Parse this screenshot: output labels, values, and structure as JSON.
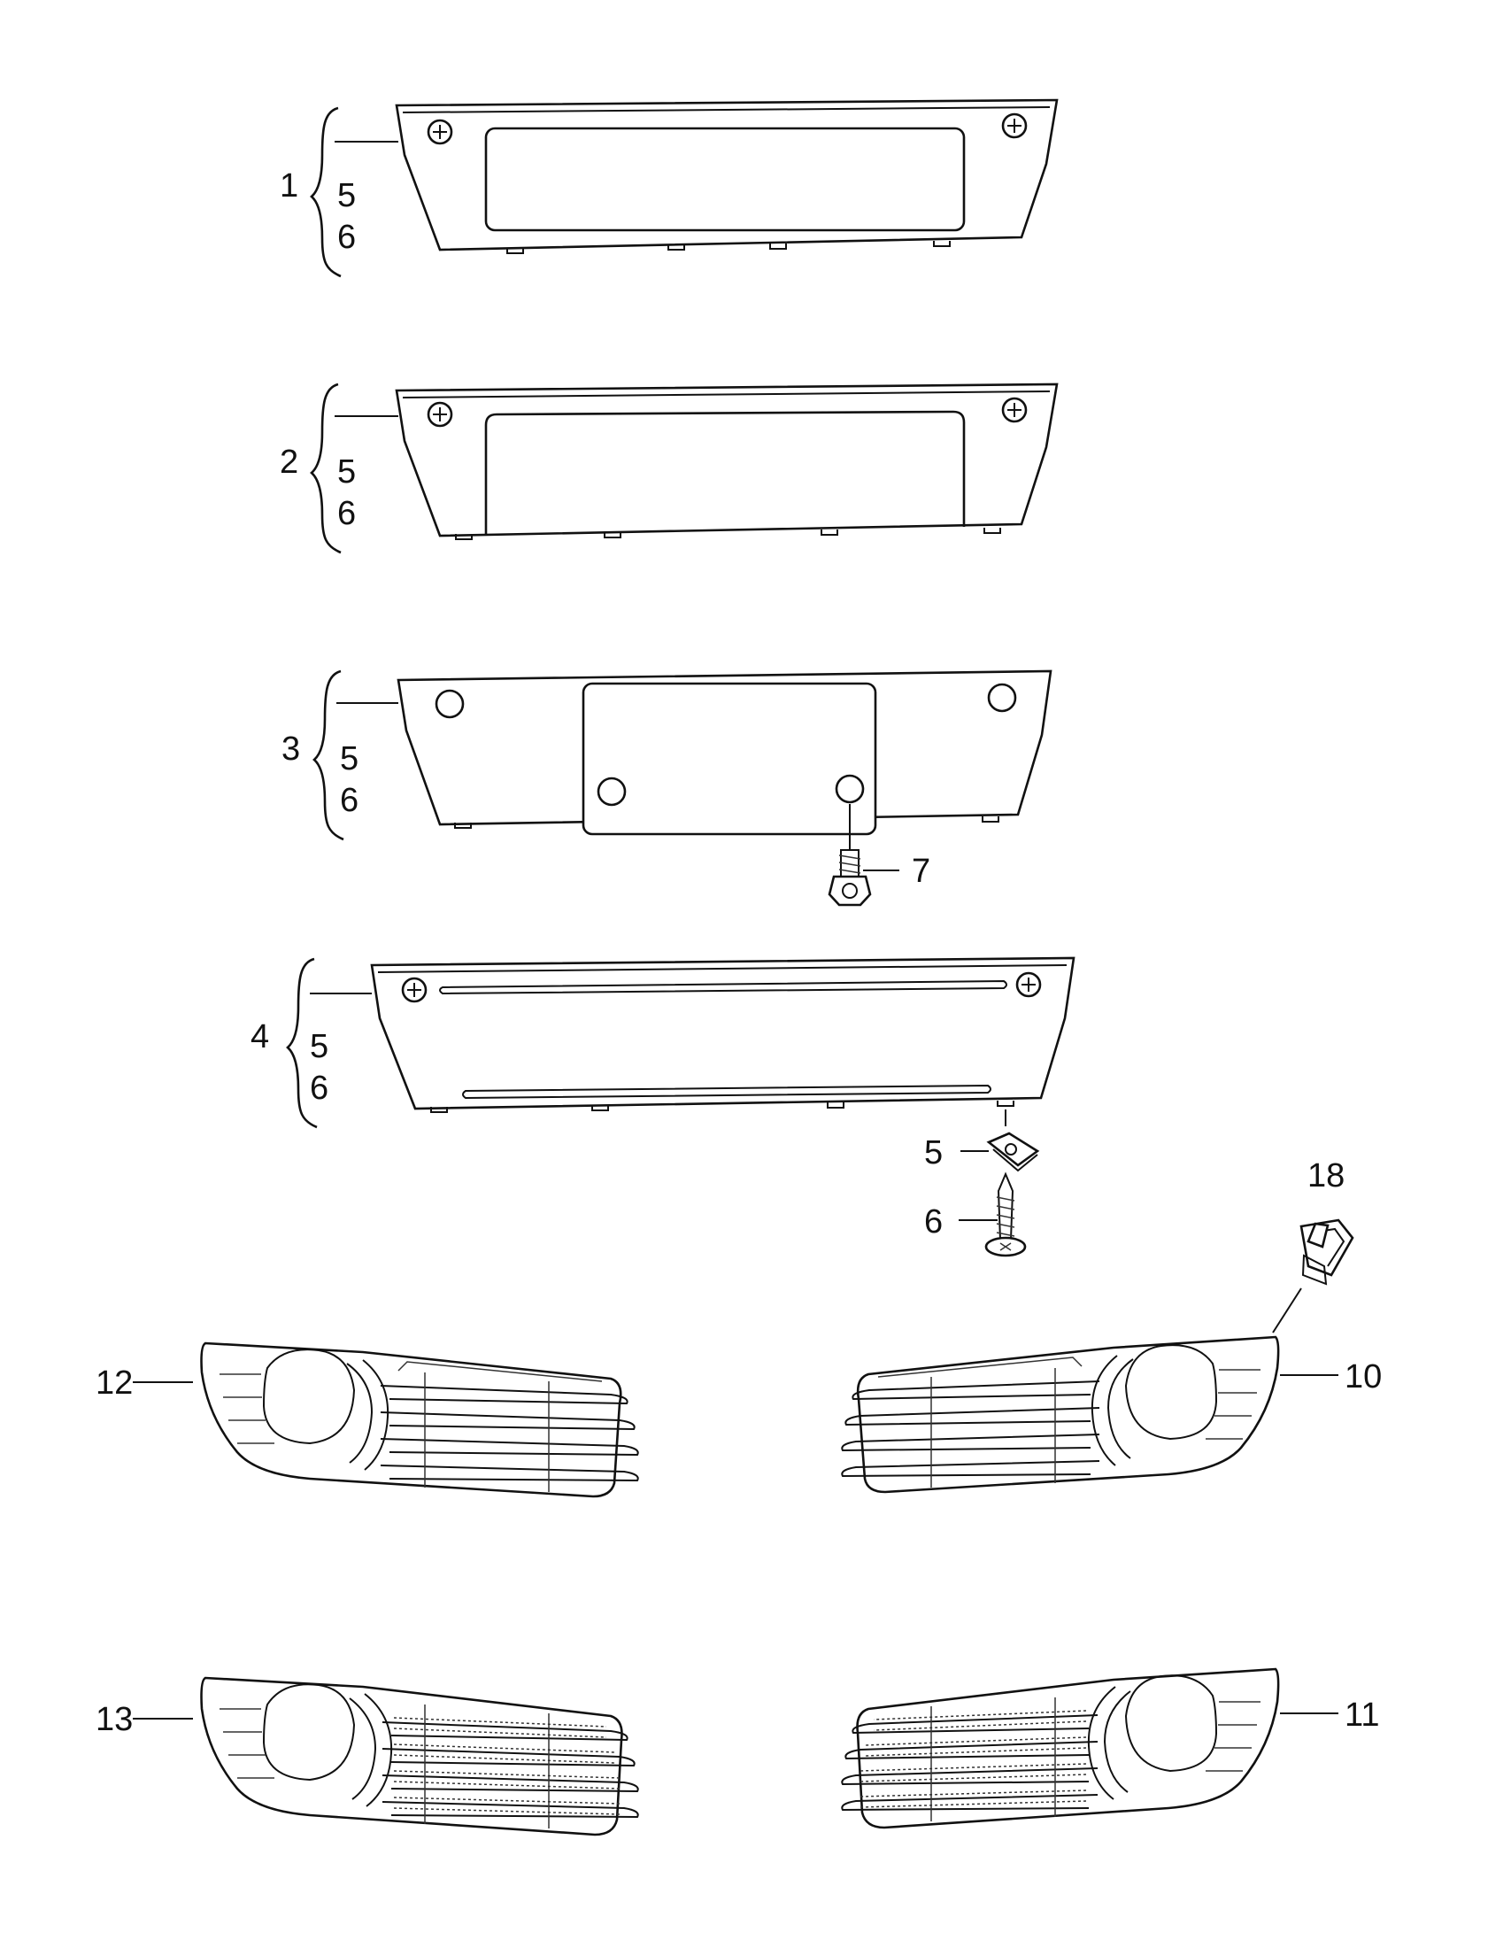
{
  "callouts": {
    "plate_1": "1",
    "plate_2": "2",
    "plate_3": "3",
    "plate_4": "4",
    "clip_5": "5",
    "screw_6": "6",
    "bolt_7": "7",
    "grille_10": "10",
    "grille_11": "11",
    "grille_12": "12",
    "grille_13": "13",
    "clip_18": "18"
  },
  "groups": {
    "g1": {
      "main": "1",
      "sub": [
        "5",
        "6"
      ]
    },
    "g2": {
      "main": "2",
      "sub": [
        "5",
        "6"
      ]
    },
    "g3": {
      "main": "3",
      "sub": [
        "5",
        "6"
      ]
    },
    "g4": {
      "main": "4",
      "sub": [
        "5",
        "6"
      ]
    }
  }
}
